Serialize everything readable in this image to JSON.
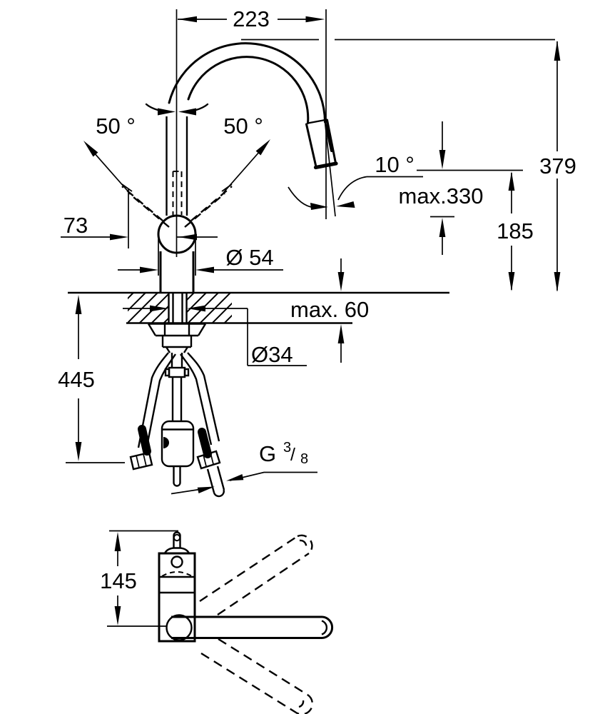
{
  "drawing": {
    "type": "technical-dimension-diagram",
    "subject": "kitchen faucet with pull-out spray, installation dimensions",
    "units": "mm",
    "colors": {
      "ink": "#000000",
      "background": "#ffffff"
    }
  },
  "labels": {
    "spout_reach": "223",
    "swivel_left": "50 °",
    "swivel_right": "50 °",
    "spray_angle": "10 °",
    "max_pullout": "max.330",
    "total_height": "379",
    "outlet_height": "185",
    "handle_clearance": "73",
    "body_diameter": "Ø 54",
    "counter_max_thickness": "max. 60",
    "hole_diameter": "Ø34",
    "hose_length": "445",
    "thread_g": "G",
    "thread_numerator": "3",
    "thread_slash": "/",
    "thread_denominator": "8",
    "base_view_height": "145"
  }
}
